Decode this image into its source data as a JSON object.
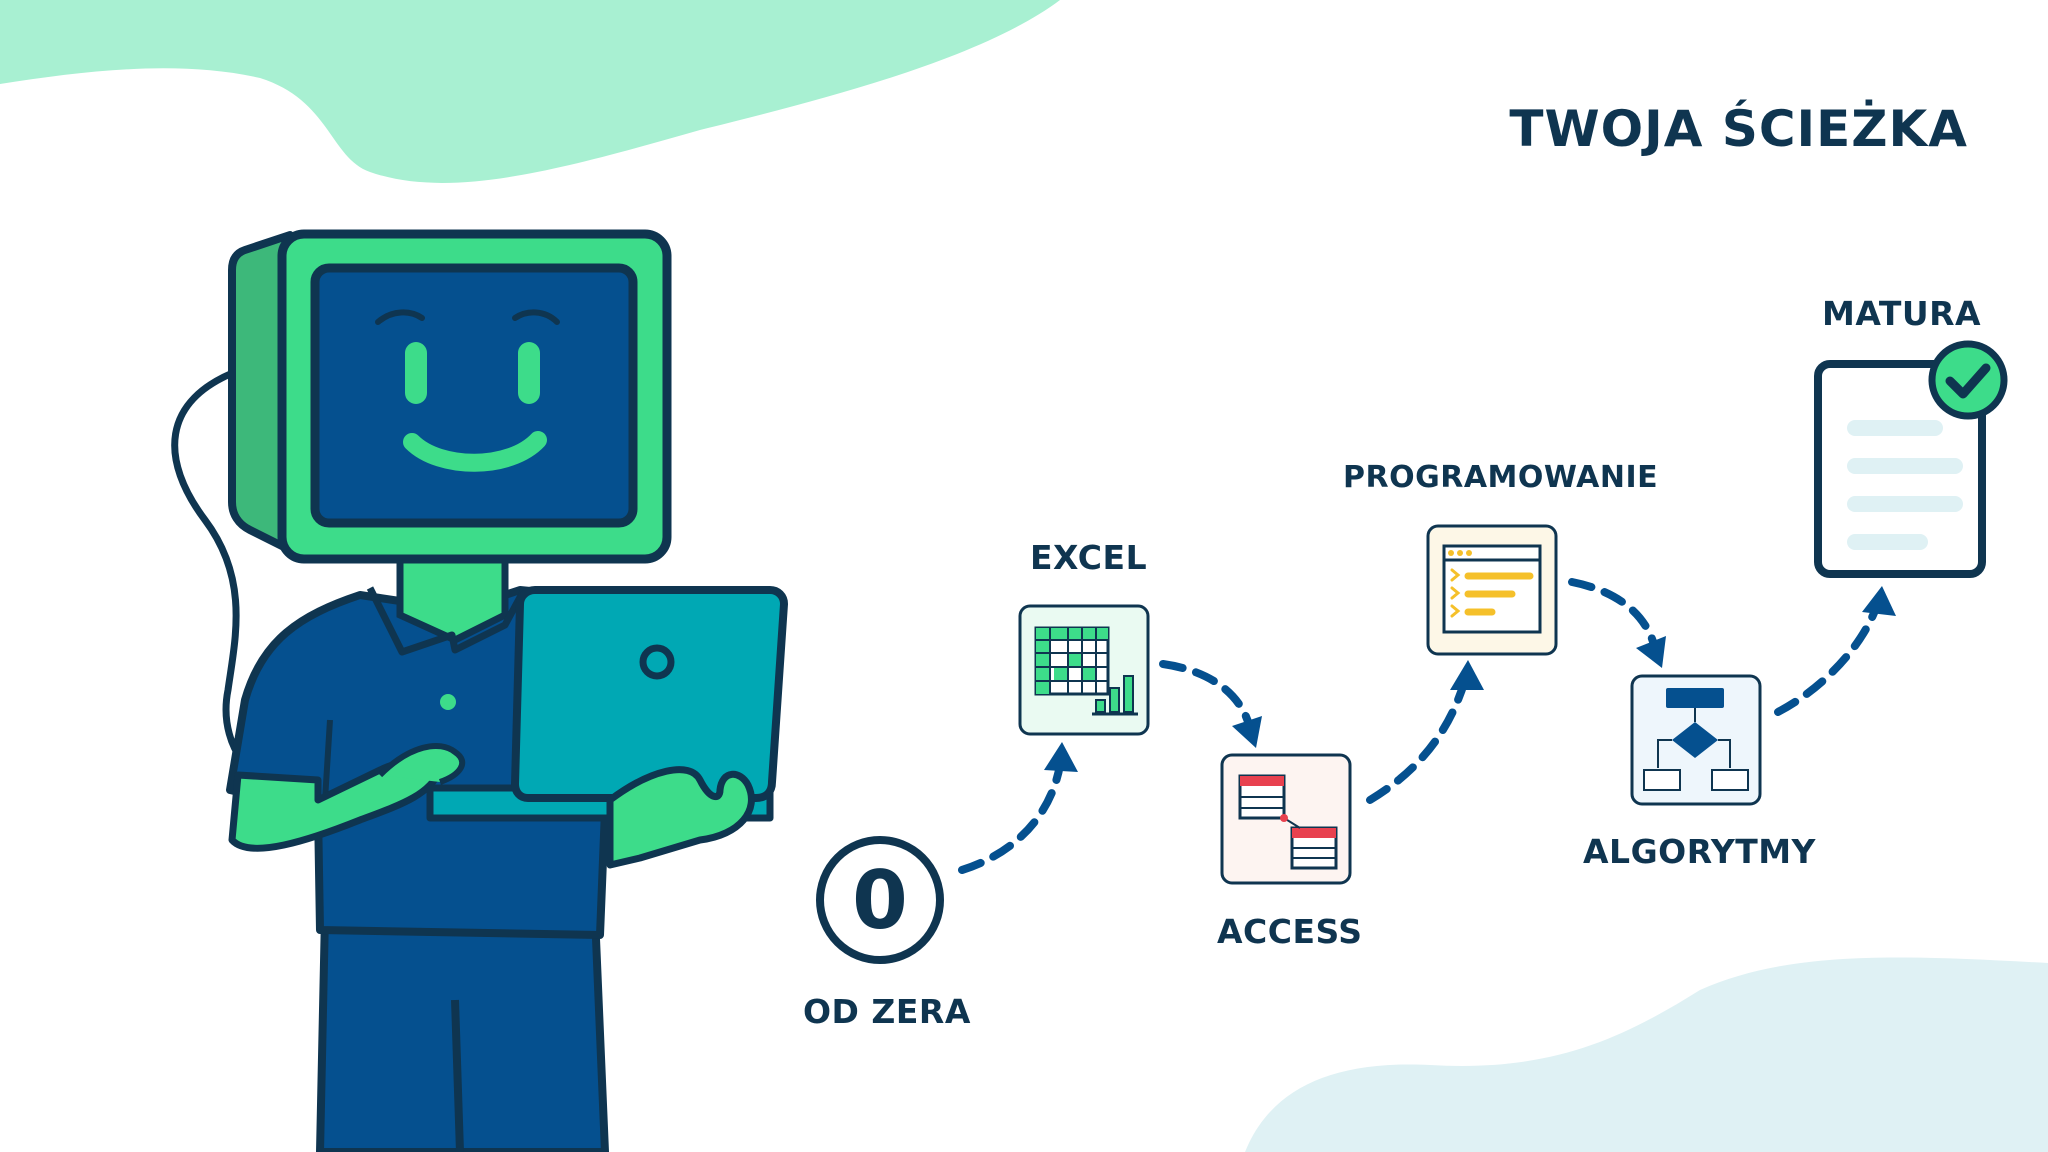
{
  "title": "TWOJA ŚCIEŻKA",
  "steps": [
    {
      "label": "OD ZERA",
      "icon": "zero-circle-icon"
    },
    {
      "label": "EXCEL",
      "icon": "spreadsheet-chart-icon"
    },
    {
      "label": "ACCESS",
      "icon": "database-tables-icon"
    },
    {
      "label": "PROGRAMOWANIE",
      "icon": "code-window-icon"
    },
    {
      "label": "ALGORYTMY",
      "icon": "flowchart-icon"
    },
    {
      "label": "MATURA",
      "icon": "document-check-icon"
    }
  ],
  "zero_glyph": "0",
  "colors": {
    "navy": "#0f3550",
    "dark_blue": "#05508f",
    "green": "#3ddc8a",
    "mint_blob": "#a8f0d2",
    "teal": "#00a8b4",
    "pale_blob": "#dff1f4",
    "yellow": "#f5c02a",
    "red": "#e8414f"
  }
}
